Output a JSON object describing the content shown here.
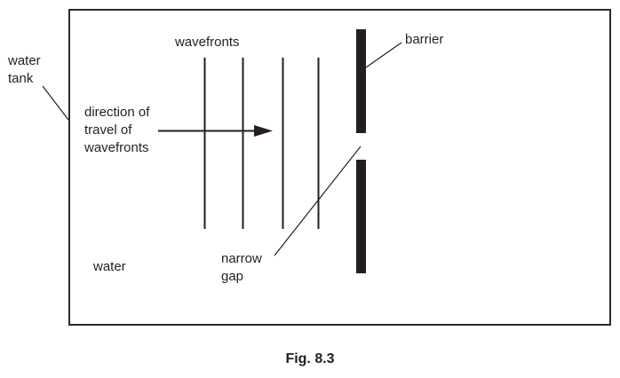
{
  "diagram": {
    "caption": "Fig. 8.3",
    "labels": {
      "water_tank": "water\ntank",
      "wavefronts": "wavefronts",
      "direction_of_travel": "direction of\ntravel of\nwavefronts",
      "barrier": "barrier",
      "narrow_gap": "narrow\ngap",
      "water": "water"
    },
    "elements": {
      "wavefront_count": 4,
      "barrier_segments": 2
    },
    "colors": {
      "ink": "#231f20",
      "box_border": "#2b2b2b",
      "background": "#ffffff",
      "barrier_fill": "#231f20"
    }
  }
}
